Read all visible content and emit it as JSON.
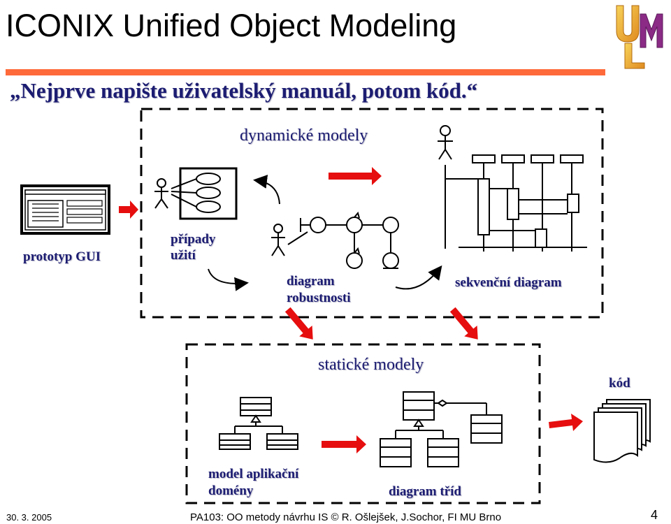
{
  "slide": {
    "title": "ICONIX Unified Object Modeling",
    "quote": "„Nejprve napište uživatelský manuál, potom kód.“",
    "logo_letters": [
      "U",
      "M",
      "L"
    ]
  },
  "dynamic": {
    "title": "dynamické modely",
    "prototype_label": "prototyp GUI",
    "use_case_label": [
      "případy",
      "užití"
    ],
    "robustness_label": [
      "diagram",
      "robustnosti"
    ],
    "sequence_label": "sekvenční diagram"
  },
  "static": {
    "title": "statické modely",
    "domain_label": [
      "model aplikační",
      "domény"
    ],
    "class_label": "diagram tříd",
    "code_label": "kód"
  },
  "footer": {
    "date": "30. 3. 2005",
    "course": "PA103: OO metody návrhu IS © R. Ošlejšek, J.Sochor, FI MU Brno",
    "page": "4"
  },
  "colors": {
    "accent_rule": "#ff6a3a",
    "arrow_red": "#e60e0e",
    "label_navy": "#1c1c72"
  }
}
